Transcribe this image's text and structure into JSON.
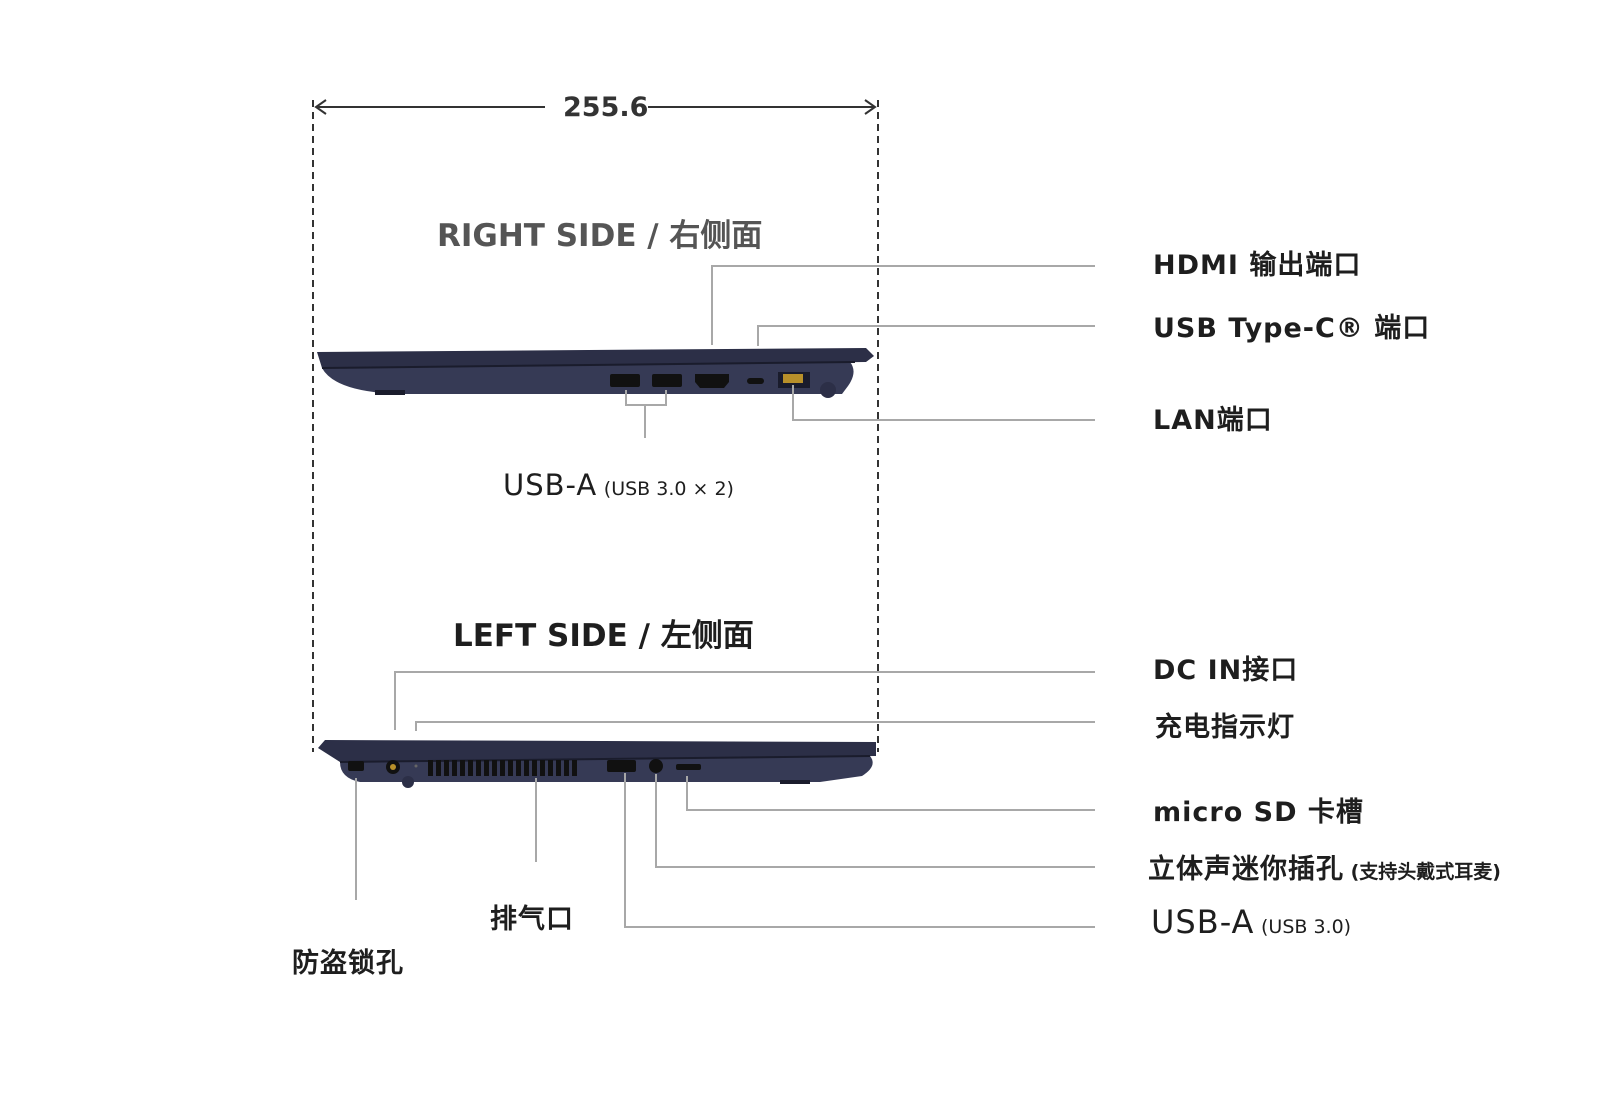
{
  "dimension": {
    "value": "255.6"
  },
  "right_side": {
    "title": "RIGHT SIDE / 右侧面",
    "labels": {
      "hdmi": "HDMI 输出端口",
      "usb_c": "USB Type-C® 端口",
      "lan": "LAN端口",
      "usb_a": "USB-A",
      "usb_a_note": "(USB 3.0 × 2)"
    }
  },
  "left_side": {
    "title": "LEFT SIDE / 左侧面",
    "labels": {
      "dc_in": "DC IN接口",
      "charge_led": "充电指示灯",
      "micro_sd": "micro SD 卡槽",
      "audio": "立体声迷你插孔",
      "audio_note": "(支持头戴式耳麦)",
      "usb_a": "USB-A",
      "usb_a_note": "(USB 3.0)",
      "vent": "排气口",
      "lock": "防盗锁孔"
    }
  },
  "colors": {
    "laptop": "#2c2f47",
    "leader": "#a8a8a8",
    "text": "#1e1e1e"
  }
}
